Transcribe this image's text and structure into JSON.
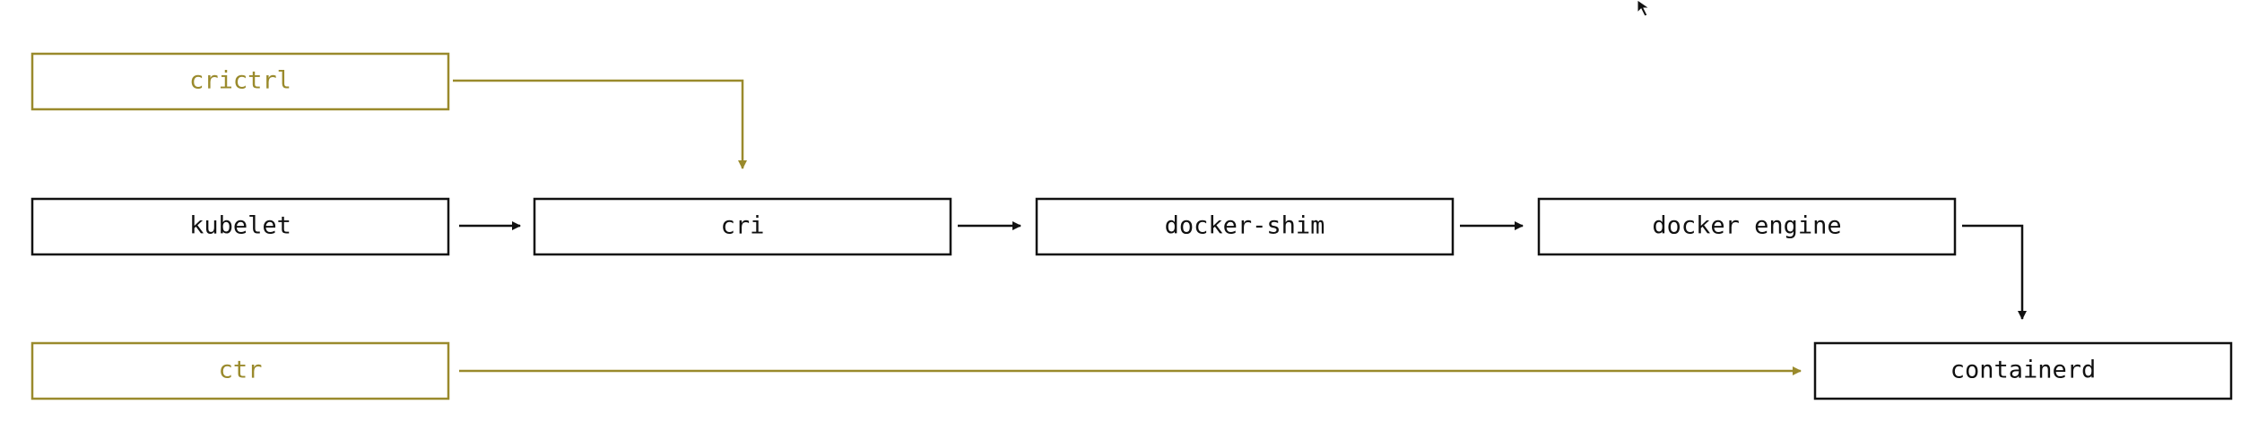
{
  "diagram": {
    "nodes": {
      "crictrl": "crictrl",
      "kubelet": "kubelet",
      "cri": "cri",
      "docker_shim": "docker-shim",
      "docker_engine": "docker engine",
      "ctr": "ctr",
      "containerd": "containerd"
    },
    "colors": {
      "client_tool": "#9a8a2c",
      "core": "#111111",
      "background": "#ffffff"
    },
    "edges": [
      {
        "from": "crictrl",
        "to": "cri"
      },
      {
        "from": "kubelet",
        "to": "cri"
      },
      {
        "from": "cri",
        "to": "docker_shim"
      },
      {
        "from": "docker_shim",
        "to": "docker_engine"
      },
      {
        "from": "docker_engine",
        "to": "containerd"
      },
      {
        "from": "ctr",
        "to": "containerd"
      }
    ]
  }
}
